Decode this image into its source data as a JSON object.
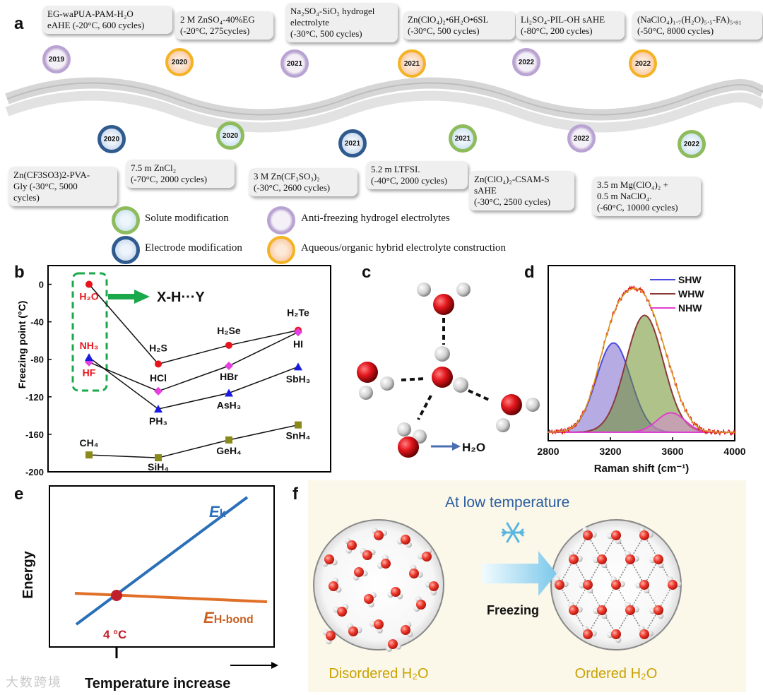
{
  "panel_a": {
    "label": "a",
    "top_milestones": [
      {
        "year": "2019",
        "color": "purple",
        "text": "EG-waPUA-PAM-H₂O\neAHE (-20°C, 600 cycles)"
      },
      {
        "year": "2020",
        "color": "orange",
        "text": "2 M ZnSO₄-40%EG\n(-20°C, 275cycles)"
      },
      {
        "year": "2021",
        "color": "purple",
        "text": "Na₂SO₄-SiO₂ hydrogel\nelectrolyte\n(-30°C, 500 cycles)"
      },
      {
        "year": "2021",
        "color": "orange",
        "text": "Zn(ClO₄)₂•6H₂O•6SL\n(-30°C, 500 cycles)"
      },
      {
        "year": "2022",
        "color": "purple",
        "text": "Li₂SO₄-PIL-OH  sAHE\n(-80°C, 200 cycles)"
      },
      {
        "year": "2022",
        "color": "orange",
        "text": "(NaClO₄)₁.₇(H₂O)₅.₅-FA)₅.₈₁\n(-50°C, 8000 cycles)"
      }
    ],
    "bottom_milestones": [
      {
        "year": "2020",
        "color": "blue",
        "text": "Zn(CF3SO3)2-PVA-\nGly (-30°C, 5000\ncycles)"
      },
      {
        "year": "2020",
        "color": "green",
        "text": "7.5 m ZnCl₂\n(-70°C, 2000 cycles)"
      },
      {
        "year": "2021",
        "color": "blue",
        "text": "3 M Zn(CF₃SO₃)₂\n(-30°C,  2600 cycles)"
      },
      {
        "year": "2021",
        "color": "green",
        "text": "5.2 m  LTFSI.\n(-40°C, 2000 cycles)"
      },
      {
        "year": "2022",
        "color": "purple",
        "text": "Zn(ClO₄)₂-CSAM-S\nsAHE\n(-30°C, 2500 cycles)"
      },
      {
        "year": "2022",
        "color": "green",
        "text": "3.5 m Mg(ClO₄)₂ +\n0.5 m NaClO₄.\n(-60°C, 10000 cycles)"
      }
    ],
    "legend": [
      {
        "color": "green",
        "label": "Solute modification"
      },
      {
        "color": "blue",
        "label": "Electrode modification"
      },
      {
        "color": "purple",
        "label": "Anti-freezing hydrogel electrolytes"
      },
      {
        "color": "orange",
        "label": "Aqueous/organic hybrid electrolyte construction"
      }
    ]
  },
  "chart_data": [
    {
      "panel": "b",
      "type": "line",
      "ylabel": "Freezing point (°C)",
      "ylim": [
        -200,
        20
      ],
      "yticks": [
        "0",
        "-40",
        "-80",
        "-120",
        "-160",
        "-200"
      ],
      "annotation": "X-H···Y",
      "series": [
        {
          "color": "#e8141c",
          "marker": "circle",
          "points": [
            {
              "label": "H₂O",
              "x": 1,
              "y": 0
            },
            {
              "label": "H₂S",
              "x": 2,
              "y": -85
            },
            {
              "label": "H₂Se",
              "x": 3,
              "y": -65
            },
            {
              "label": "H₂Te",
              "x": 4,
              "y": -49
            }
          ]
        },
        {
          "color": "#e63fe0",
          "marker": "diamond",
          "points": [
            {
              "label": "HF",
              "x": 1,
              "y": -83
            },
            {
              "label": "HCl",
              "x": 2,
              "y": -114
            },
            {
              "label": "HBr",
              "x": 3,
              "y": -87
            },
            {
              "label": "HI",
              "x": 4,
              "y": -51
            }
          ]
        },
        {
          "color": "#1a1ae0",
          "marker": "triangle",
          "points": [
            {
              "label": "NH₃",
              "x": 1,
              "y": -78
            },
            {
              "label": "PH₃",
              "x": 2,
              "y": -133
            },
            {
              "label": "AsH₃",
              "x": 3,
              "y": -116
            },
            {
              "label": "SbH₃",
              "x": 4,
              "y": -88
            }
          ]
        },
        {
          "color": "#8a8a1a",
          "marker": "square",
          "points": [
            {
              "label": "CH₄",
              "x": 1,
              "y": -182
            },
            {
              "label": "SiH₄",
              "x": 2,
              "y": -185
            },
            {
              "label": "GeH₄",
              "x": 3,
              "y": -166
            },
            {
              "label": "SnH₄",
              "x": 4,
              "y": -150
            }
          ]
        }
      ]
    },
    {
      "panel": "d",
      "type": "area",
      "xlabel": "Raman shift (cm⁻¹)",
      "xlim": [
        2800,
        4000
      ],
      "xticks": [
        "2800",
        "3200",
        "3600",
        "4000"
      ],
      "series": [
        {
          "name": "SHW",
          "color": "#4a4ae0",
          "center": 3220,
          "width": 110,
          "height": 0.55
        },
        {
          "name": "WHW",
          "color": "#8b3a3a",
          "center": 3420,
          "width": 120,
          "height": 0.72
        },
        {
          "name": "NHW",
          "color": "#e040d0",
          "center": 3590,
          "width": 90,
          "height": 0.12
        }
      ]
    }
  ],
  "panel_b": {
    "label": "b"
  },
  "panel_c": {
    "label": "c",
    "molecule": "H₂O"
  },
  "panel_d": {
    "label": "d"
  },
  "panel_e": {
    "label": "e",
    "ylabel": "Energy",
    "xlabel": "Temperature increase",
    "ek": "E",
    "ek_sub": "k",
    "eh": "E",
    "eh_sub": "H-bond",
    "cross_label": "4 °C"
  },
  "panel_f": {
    "label": "f",
    "title": "At low temperature",
    "arrow_label": "Freezing",
    "left_caption": "Disordered H₂O",
    "right_caption": "Ordered H₂O"
  },
  "watermark": "大数跨境"
}
